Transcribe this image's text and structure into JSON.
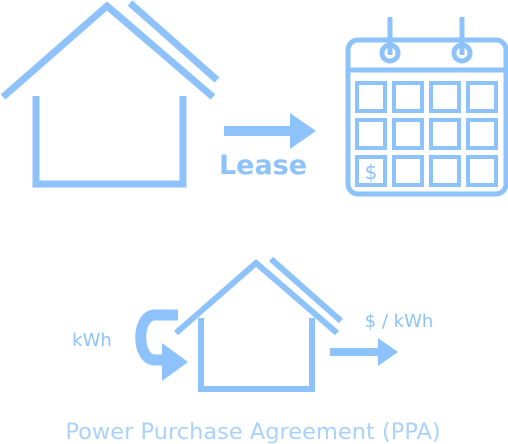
{
  "colors": {
    "primary": "#8ec2fb",
    "light": "#aad2fd",
    "background": "#ffffff"
  },
  "icons": {
    "house_top": "house-icon",
    "calendar": "calendar-icon",
    "house_bottom": "house-icon",
    "dollar_cell": "dollar-icon",
    "arrows": "arrow-right-icon",
    "curved_arrow": "curved-arrow-icon"
  },
  "lease_section": {
    "label": "Lease"
  },
  "ppa_section": {
    "input_label": "kWh",
    "output_label": "$ / kWh",
    "caption": "Power Purchase Agreement (PPA)"
  },
  "calendar": {
    "dollar_symbol": "$"
  }
}
